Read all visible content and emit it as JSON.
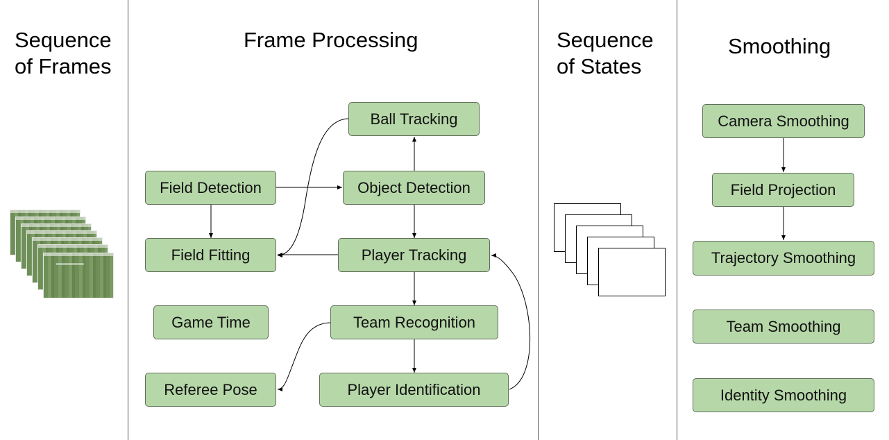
{
  "columns": {
    "frames": "Sequence\nof Frames",
    "processing": "Frame Processing",
    "states": "Sequence\nof States",
    "smoothing": "Smoothing"
  },
  "processing_nodes": {
    "ball_tracking": "Ball Tracking",
    "field_detection": "Field Detection",
    "object_detection": "Object Detection",
    "field_fitting": "Field Fitting",
    "player_tracking": "Player Tracking",
    "game_time": "Game Time",
    "team_recognition": "Team Recognition",
    "referee_pose": "Referee Pose",
    "player_identification": "Player Identification"
  },
  "smoothing_nodes": {
    "camera_smoothing": "Camera Smoothing",
    "field_projection": "Field Projection",
    "trajectory_smoothing": "Trajectory Smoothing",
    "team_smoothing": "Team Smoothing",
    "identity_smoothing": "Identity Smoothing"
  },
  "colors": {
    "node_fill": "#b6d7a8",
    "node_border": "#5f6f59",
    "edge": "#000000"
  }
}
